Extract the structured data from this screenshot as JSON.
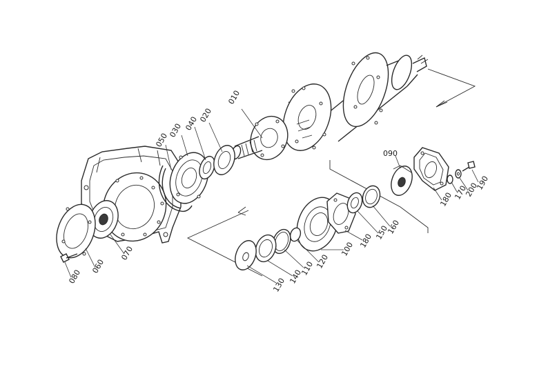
{
  "parts": [
    {
      "key": "p010",
      "label": "010"
    },
    {
      "key": "p020",
      "label": "020"
    },
    {
      "key": "p030",
      "label": "030"
    },
    {
      "key": "p040",
      "label": "040"
    },
    {
      "key": "p050",
      "label": "050"
    },
    {
      "key": "p060",
      "label": "060"
    },
    {
      "key": "p070",
      "label": "070"
    },
    {
      "key": "p080",
      "label": "080"
    },
    {
      "key": "p090",
      "label": "090"
    },
    {
      "key": "p100",
      "label": "100"
    },
    {
      "key": "p110",
      "label": "110"
    },
    {
      "key": "p120",
      "label": "120"
    },
    {
      "key": "p130",
      "label": "130"
    },
    {
      "key": "p140",
      "label": "140"
    },
    {
      "key": "p150",
      "label": "150"
    },
    {
      "key": "p160",
      "label": "160"
    },
    {
      "key": "p170",
      "label": "170"
    },
    {
      "key": "p180a",
      "label": "180"
    },
    {
      "key": "p180b",
      "label": "180"
    },
    {
      "key": "p190",
      "label": "190"
    },
    {
      "key": "p200",
      "label": "200"
    }
  ],
  "colors": {
    "line": "#2a2a2a",
    "background": "#ffffff"
  }
}
